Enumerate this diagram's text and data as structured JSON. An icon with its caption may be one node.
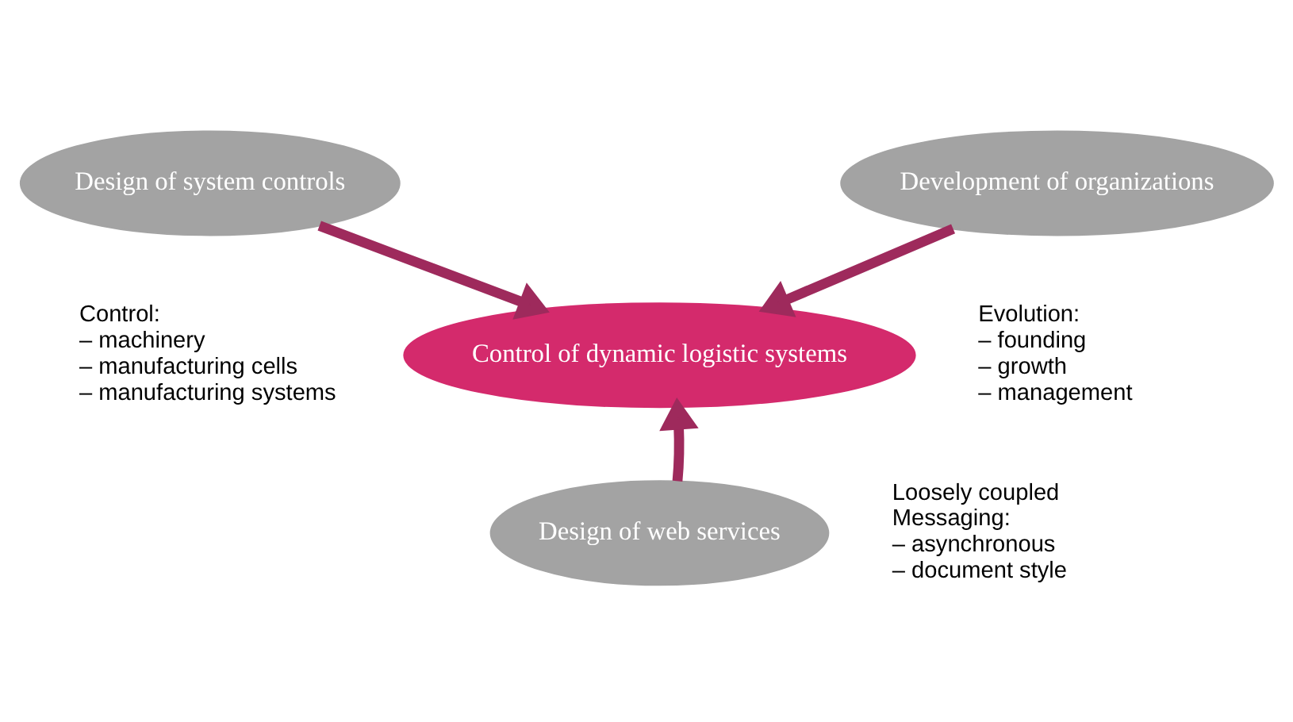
{
  "diagram": {
    "nodes": [
      {
        "text": [
          "Design of system controls"
        ],
        "beside": [
          "Control:",
          "– machinery",
          "– manufacturing cells",
          "– manufacturing systems"
        ]
      },
      {
        "text": [
          "Development of organizations"
        ],
        "beside": [
          "Evolution:",
          "– founding",
          "– growth",
          "– management"
        ]
      },
      {
        "text": [
          "Control of dynamic logistic systems"
        ]
      },
      {
        "text": [
          "Design of web services"
        ],
        "beside": [
          "Loosely coupled",
          "Messaging:",
          "– asynchronous",
          "– document style"
        ]
      }
    ],
    "edges": [
      {
        "from": 0,
        "to": 2,
        "arrow": "to"
      },
      {
        "from": 1,
        "to": 2,
        "arrow": "to"
      },
      {
        "from": 3,
        "to": 2,
        "arrow": "to"
      }
    ]
  }
}
